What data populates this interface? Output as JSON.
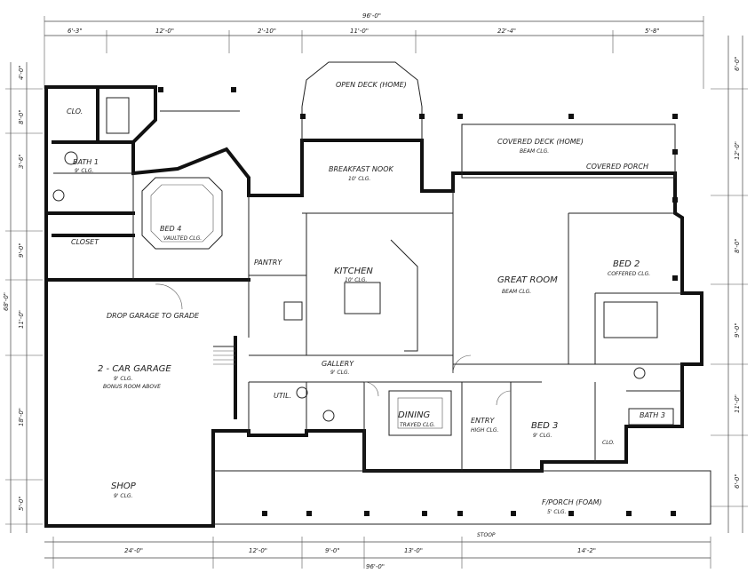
{
  "rooms": {
    "closet": "CLO.",
    "bath1": "BATH 1",
    "bath1_ceiling": "9' CLG.",
    "closet2": "CLOSET",
    "bed4": "BED 4",
    "bed4_ceiling": "VAULTED CLG.",
    "open_deck": "OPEN DECK (HOME)",
    "breakfast_nook": "BREAKFAST NOOK",
    "breakfast_ceiling": "10' CLG.",
    "covered_deck": "COVERED DECK (HOME)",
    "covered_deck_ceiling": "BEAM CLG.",
    "covered_porch": "COVERED PORCH",
    "kitchen": "KITCHEN",
    "kitchen_ceiling": "10' CLG.",
    "pantry": "PANTRY",
    "great_room": "GREAT ROOM",
    "great_room_ceiling": "BEAM CLG.",
    "bed2": "BED 2",
    "bed2_ceiling": "COFFERED CLG.",
    "garage": "2 - CAR GARAGE",
    "garage_ceiling": "9' CLG.",
    "garage_note": "BONUS ROOM ABOVE",
    "drop_garage": "DROP GARAGE TO GRADE",
    "gallery": "GALLERY",
    "gallery_ceiling": "9' CLG.",
    "util": "UTIL.",
    "dining": "DINING",
    "dining_ceiling": "TRAYED CLG.",
    "entry": "ENTRY",
    "entry_ceiling": "HIGH CLG.",
    "bed3": "BED 3",
    "bed3_ceiling": "9' CLG.",
    "bath3": "BATH 3",
    "clo2": "CLO.",
    "shop": "SHOP",
    "shop_ceiling": "9' CLG.",
    "front_porch": "F/PORCH (FOAM)",
    "front_porch_ceiling": "5' CLG.",
    "stoop": "STOOP"
  },
  "dimensions": {
    "overall_width_top": "96'-0\"",
    "overall_width_bottom": "96'-0\"",
    "overall_depth": "68'-0\"",
    "top_segments": [
      "6'-3\"",
      "12'-0\"",
      "2'-10\"",
      "11'-0\"",
      "22'-4\"",
      "5'-8\""
    ],
    "bottom_segments": [
      "24'-0\"",
      "12'-0\"",
      "9'-0\"",
      "13'-0\"",
      "14'-2\""
    ],
    "left_segments": [
      "4'-0\"",
      "8'-0\"",
      "3'-6\"",
      "9'-0\"",
      "11'-0\"",
      "18'-0\"",
      "5'-0\""
    ],
    "right_segments": [
      "6'-0\"",
      "12'-0\"",
      "8'-0\"",
      "9'-0\"",
      "11'-0\"",
      "6'-0\""
    ]
  }
}
